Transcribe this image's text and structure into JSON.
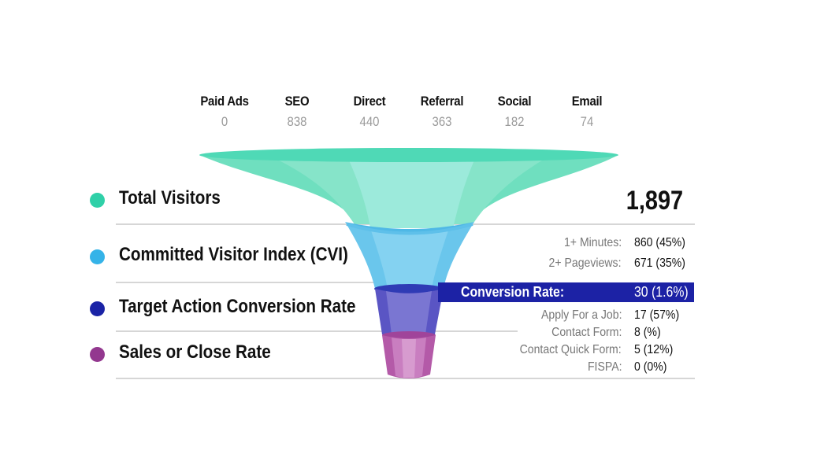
{
  "sources": [
    {
      "name": "Paid Ads",
      "value": "0"
    },
    {
      "name": "SEO",
      "value": "838"
    },
    {
      "name": "Direct",
      "value": "440"
    },
    {
      "name": "Referral",
      "value": "363"
    },
    {
      "name": "Social",
      "value": "182"
    },
    {
      "name": "Email",
      "value": "74"
    }
  ],
  "stages": [
    {
      "label": "Total Visitors",
      "color": "#2fd0a8"
    },
    {
      "label": "Committed Visitor Index (CVI)",
      "color": "#35b3e8"
    },
    {
      "label": "Target Action Conversion Rate",
      "color": "#1a23a6"
    },
    {
      "label": "Sales or Close Rate",
      "color": "#93388f"
    }
  ],
  "total_visitors": "1,897",
  "cvi_metrics": [
    {
      "label": "1+ Minutes:",
      "value": "860 (45%)"
    },
    {
      "label": "2+ Pageviews:",
      "value": "671 (35%)"
    }
  ],
  "conversion": {
    "label": "Conversion Rate:",
    "value": "30 (1.6%)",
    "color": "#1c22a5"
  },
  "conversion_breakdown": [
    {
      "label": "Apply For a Job:",
      "value": "17 (57%)"
    },
    {
      "label": "Contact Form:",
      "value": "8 (%)"
    },
    {
      "label": "Contact Quick Form:",
      "value": "5 (12%)"
    },
    {
      "label": "FISPA:",
      "value": "0 (0%)"
    }
  ],
  "chart_data": {
    "type": "funnel",
    "title": "",
    "source_categories": [
      "Paid Ads",
      "SEO",
      "Direct",
      "Referral",
      "Social",
      "Email"
    ],
    "source_values": [
      0,
      838,
      440,
      363,
      182,
      74
    ],
    "stages": [
      "Total Visitors",
      "Committed Visitor Index (CVI)",
      "Target Action Conversion Rate",
      "Sales or Close Rate"
    ],
    "stage_colors": [
      "#2fd0a8",
      "#35b3e8",
      "#1a23a6",
      "#93388f"
    ],
    "total_visitors": 1897,
    "cvi": [
      {
        "label": "1+ Minutes",
        "count": 860,
        "percent": 45
      },
      {
        "label": "2+ Pageviews",
        "count": 671,
        "percent": 35
      }
    ],
    "conversions": {
      "count": 30,
      "percent": 1.6
    },
    "conversion_breakdown": [
      {
        "label": "Apply For a Job",
        "count": 17,
        "percent": 57
      },
      {
        "label": "Contact Form",
        "count": 8,
        "percent": null
      },
      {
        "label": "Contact Quick Form",
        "count": 5,
        "percent": 12
      },
      {
        "label": "FISPA",
        "count": 0,
        "percent": 0
      }
    ]
  }
}
